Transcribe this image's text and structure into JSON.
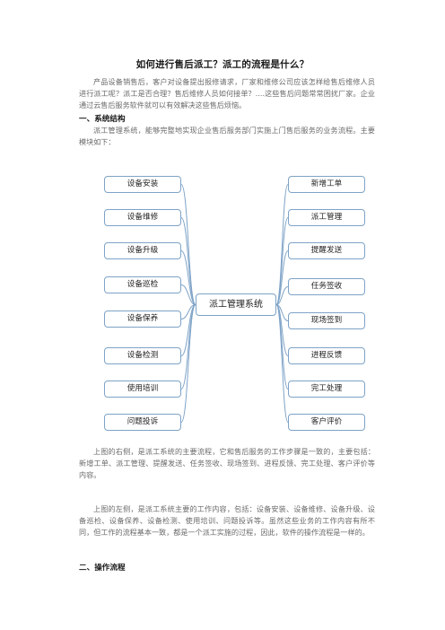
{
  "doc": {
    "title": "如何进行售后派工？派工的流程是什么？",
    "intro": "产品设备销售后，客户对设备提出报修请求，厂家和维修公司应该怎样给售后维修人员进行派工呢？派工是否合理？售后维修人员如何接单？....这些售后问题常常困扰厂家。企业通过云售后服务软件就可以有效解决这些售后烦恼。",
    "section1_heading": "一、系统结构",
    "section1_text": "派工管理系统，能够完整地实现企业售后服务部门实施上门售后服务的业务流程。主要模块如下：",
    "after_map_text_1": "上图的右侧，是派工系统的主要流程，它和售后服务的工作步骤是一致的，主要包括：新增工单、派工管理、提醒发送、任务签收、现场签到、进程反馈、完工处理、客户评价等内容。",
    "after_map_text_2": "上图的左侧，是派工系统主要的工作内容，包括：设备安装、设备维修、设备升级、设备巡检、设备保养、设备检测、使用培训、问题投诉等。虽然这些业务的工作内容有所不同，但工作的流程基本一致，都是一个派工实施的过程，因此，软件的操作流程是一样的。",
    "section2_heading": "二、操作流程"
  },
  "mindmap": {
    "center": "派工管理系统",
    "left": [
      "设备安装",
      "设备维修",
      "设备升级",
      "设备巡检",
      "设备保养",
      "设备检测",
      "使用培训",
      "问题投诉"
    ],
    "right": [
      "新增工单",
      "派工管理",
      "提醒发送",
      "任务签收",
      "现场签到",
      "进程反馈",
      "完工处理",
      "客户评价"
    ],
    "line_color": "#7ea3c7"
  }
}
